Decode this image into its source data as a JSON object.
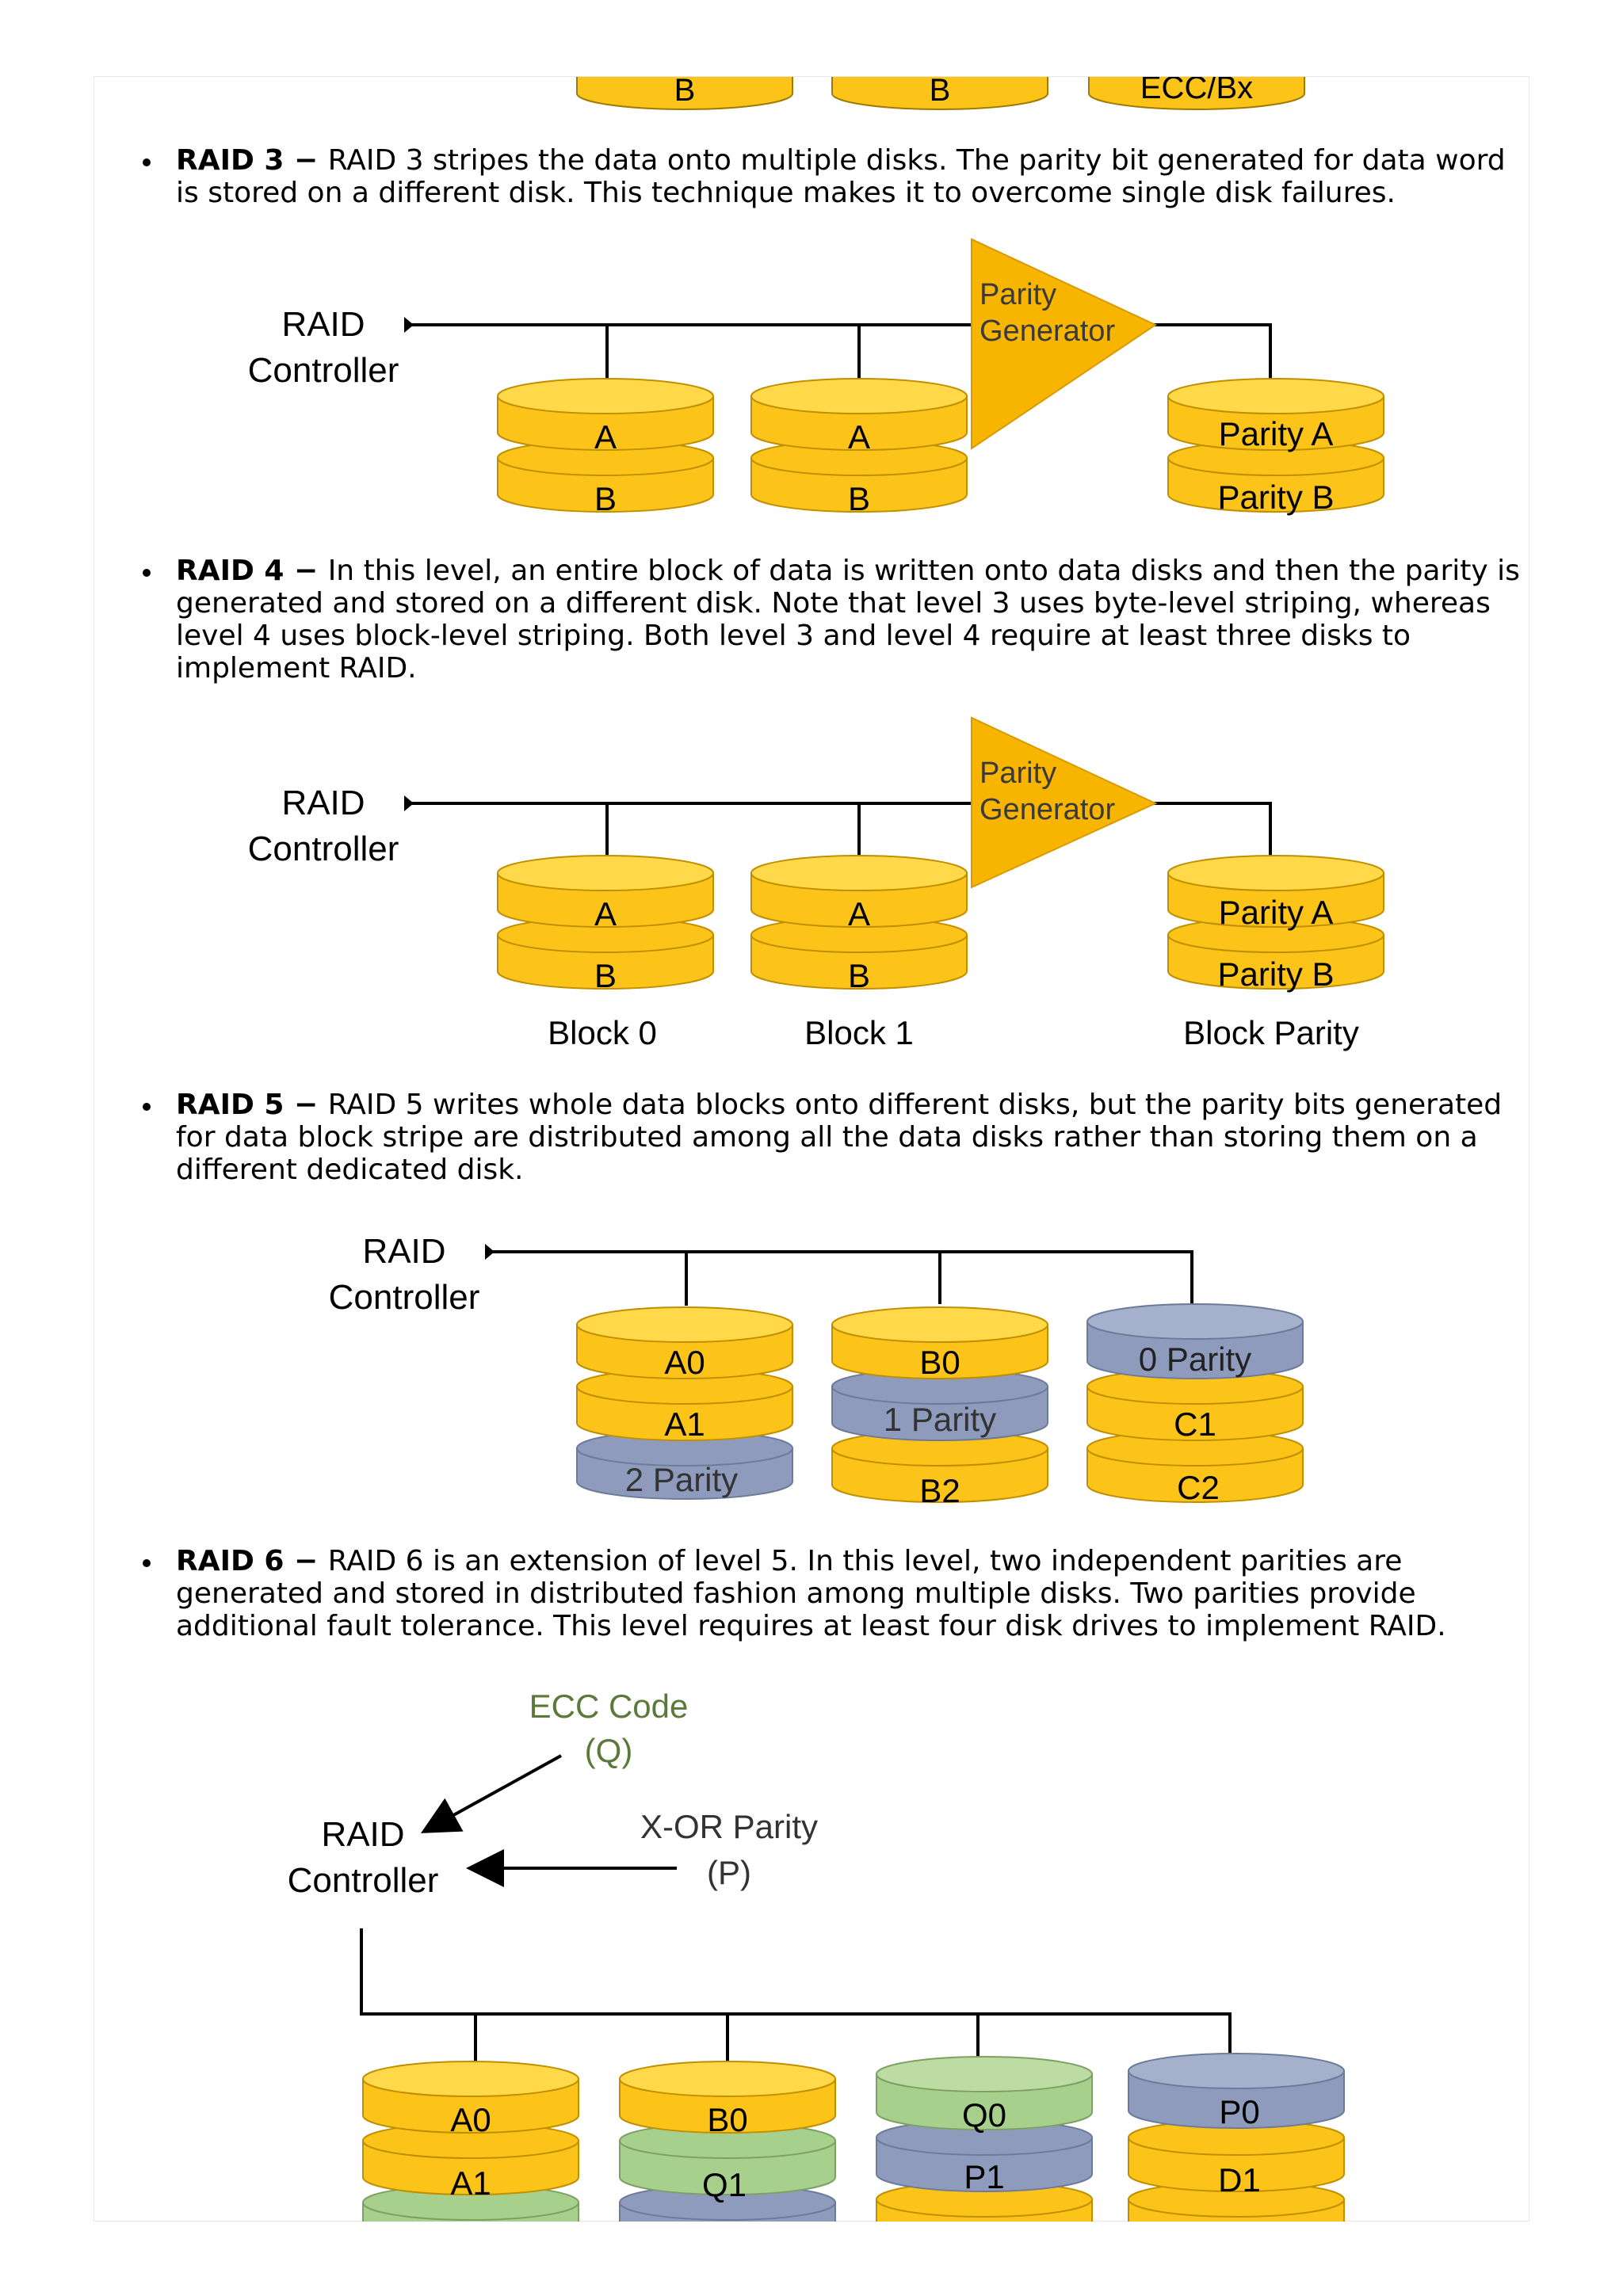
{
  "top_fragment": {
    "disk1": "B",
    "disk2": "B",
    "disk3": "ECC/Bx"
  },
  "sections": [
    {
      "title": "RAID 3",
      "dash": " − ",
      "text": "RAID 3 stripes the data onto multiple disks. The parity bit generated for data word is stored on a different disk. This technique makes it to overcome single disk failures."
    },
    {
      "title": "RAID 4",
      "dash": " − ",
      "text": "In this level, an entire block of data is written onto data disks and then the parity is generated and stored on a different disk. Note that level 3 uses byte-level striping, whereas level 4 uses block-level striping. Both level 3 and level 4 require at least three disks to implement RAID."
    },
    {
      "title": "RAID 5",
      "dash": " − ",
      "text": "RAID 5 writes whole data blocks onto different disks, but the parity bits generated for data block stripe are distributed among all the data disks rather than storing them on a different dedicated disk."
    },
    {
      "title": "RAID 6",
      "dash": " − ",
      "text": "RAID 6 is an extension of level 5. In this level, two independent parities are generated and stored in distributed fashion among multiple disks. Two parities provide additional fault tolerance. This level requires at least four disk drives to implement RAID."
    }
  ],
  "raid3": {
    "controller_line1": "RAID",
    "controller_line2": "Controller",
    "parity_line1": "Parity",
    "parity_line2": "Generator",
    "disk1": [
      "A",
      "B"
    ],
    "disk2": [
      "A",
      "B"
    ],
    "disk3": [
      "Parity A",
      "Parity B"
    ]
  },
  "raid4": {
    "controller_line1": "RAID",
    "controller_line2": "Controller",
    "parity_line1": "Parity",
    "parity_line2": "Generator",
    "disk1": [
      "A",
      "B"
    ],
    "disk2": [
      "A",
      "B"
    ],
    "disk3": [
      "Parity A",
      "Parity B"
    ],
    "caption1": "Block 0",
    "caption2": "Block 1",
    "caption3": "Block Parity"
  },
  "raid5": {
    "controller_line1": "RAID",
    "controller_line2": "Controller",
    "disk1": [
      "A0",
      "A1",
      "2 Parity"
    ],
    "disk2": [
      "B0",
      "1 Parity",
      "B2"
    ],
    "disk3": [
      "0 Parity",
      "C1",
      "C2"
    ]
  },
  "raid6": {
    "ecc_line1": "ECC Code",
    "ecc_line2": "(Q)",
    "xor_line1": "X-OR Parity",
    "xor_line2": "(P)",
    "controller_line1": "RAID",
    "controller_line2": "Controller",
    "disk1": [
      "A0",
      "A1"
    ],
    "disk2": [
      "B0",
      "Q1"
    ],
    "disk3": [
      "Q0",
      "P1"
    ],
    "disk4": [
      "P0",
      "D1"
    ]
  },
  "colors": {
    "disk_yellow": "#fcc419",
    "disk_top": "#ffd94a",
    "parity_gray": "#8e9bbd",
    "q_green": "#a8d08d",
    "triangle": "#f7b500",
    "ecc_text": "#5b7a3a"
  }
}
